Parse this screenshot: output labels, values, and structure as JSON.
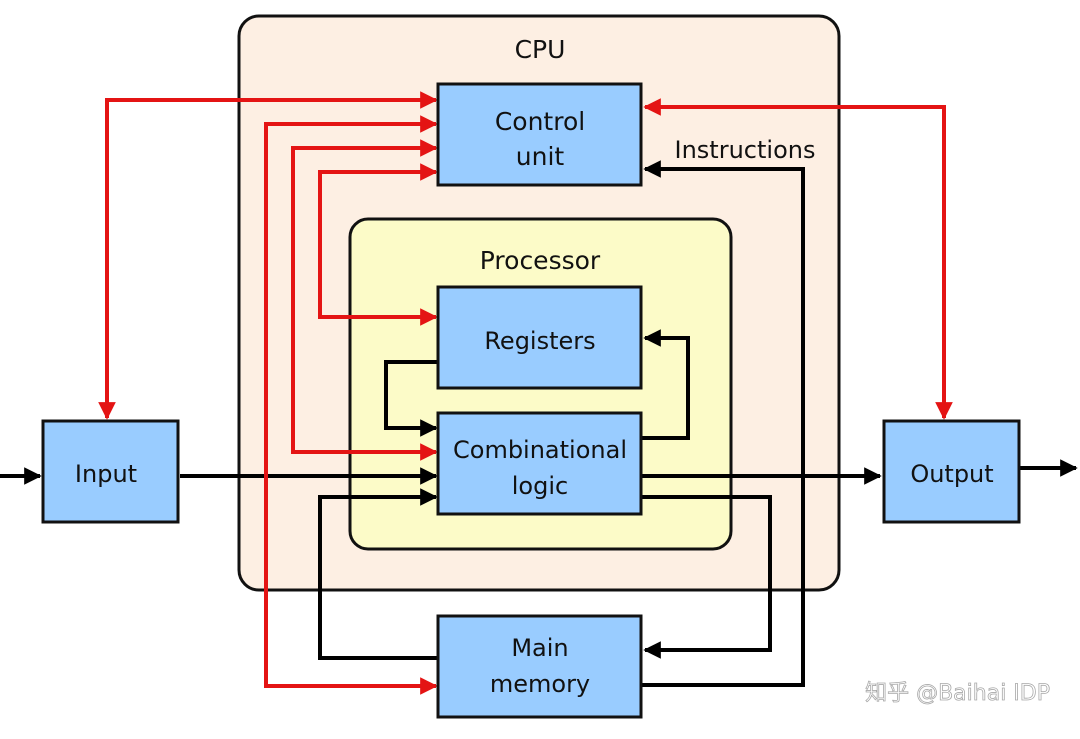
{
  "diagram": {
    "containers": {
      "cpu": {
        "label": "CPU"
      },
      "processor": {
        "label": "Processor"
      }
    },
    "blocks": {
      "control_unit": {
        "line1": "Control",
        "line2": "unit"
      },
      "registers": {
        "label": "Registers"
      },
      "combinational_logic": {
        "line1": "Combinational",
        "line2": "logic"
      },
      "main_memory": {
        "line1": "Main",
        "line2": "memory"
      },
      "input": {
        "label": "Input"
      },
      "output": {
        "label": "Output"
      }
    },
    "edge_labels": {
      "instructions": "Instructions"
    },
    "colors": {
      "block_fill": "#99ccff",
      "cpu_fill": "#fdefe3",
      "processor_fill": "#fcfbc8",
      "control_arrow": "#e41414",
      "data_arrow": "#000000"
    }
  },
  "watermark": "知乎 @Baihai IDP"
}
